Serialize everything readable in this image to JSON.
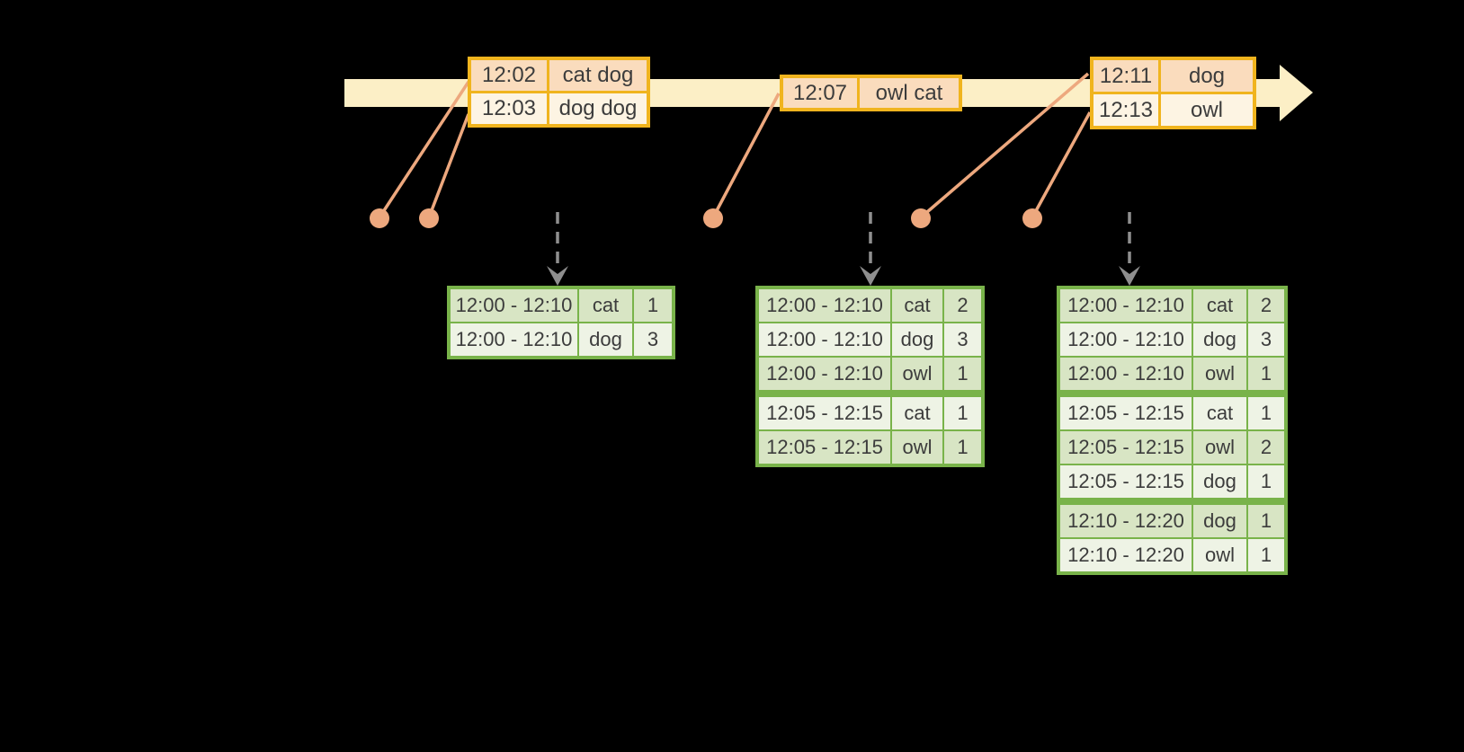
{
  "colors": {
    "background": "#000000",
    "timeline_band": "#fcefc6",
    "event_table_border": "#f0b41e",
    "event_row_peach": "#fadcbd",
    "event_row_cream": "#fdf4e3",
    "connector_salmon": "#eda87e",
    "trigger_gray": "#8f8f8f",
    "result_table_border": "#79b34a",
    "result_row_dark": "#d8e5c4",
    "result_row_light": "#eef3e5",
    "text": "#3c3c3c"
  },
  "event_tables": [
    {
      "rows": [
        {
          "time": "12:02",
          "words": "cat dog"
        },
        {
          "time": "12:03",
          "words": "dog dog"
        }
      ]
    },
    {
      "rows": [
        {
          "time": "12:07",
          "words": "owl cat"
        }
      ]
    },
    {
      "rows": [
        {
          "time": "12:11",
          "words": "dog"
        },
        {
          "time": "12:13",
          "words": "owl"
        }
      ]
    }
  ],
  "result_tables": [
    {
      "rows": [
        {
          "window": "12:00 - 12:10",
          "word": "cat",
          "count": "1"
        },
        {
          "window": "12:00 - 12:10",
          "word": "dog",
          "count": "3"
        }
      ]
    },
    {
      "rows": [
        {
          "window": "12:00 - 12:10",
          "word": "cat",
          "count": "2"
        },
        {
          "window": "12:00 - 12:10",
          "word": "dog",
          "count": "3"
        },
        {
          "window": "12:00 - 12:10",
          "word": "owl",
          "count": "1"
        },
        {
          "window": "12:05 - 12:15",
          "word": "cat",
          "count": "1"
        },
        {
          "window": "12:05 - 12:15",
          "word": "owl",
          "count": "1"
        }
      ]
    },
    {
      "rows": [
        {
          "window": "12:00 - 12:10",
          "word": "cat",
          "count": "2"
        },
        {
          "window": "12:00 - 12:10",
          "word": "dog",
          "count": "3"
        },
        {
          "window": "12:00 - 12:10",
          "word": "owl",
          "count": "1"
        },
        {
          "window": "12:05 - 12:15",
          "word": "cat",
          "count": "1"
        },
        {
          "window": "12:05 - 12:15",
          "word": "owl",
          "count": "2"
        },
        {
          "window": "12:05 - 12:15",
          "word": "dog",
          "count": "1"
        },
        {
          "window": "12:10 - 12:20",
          "word": "dog",
          "count": "1"
        },
        {
          "window": "12:10 - 12:20",
          "word": "owl",
          "count": "1"
        }
      ]
    }
  ]
}
